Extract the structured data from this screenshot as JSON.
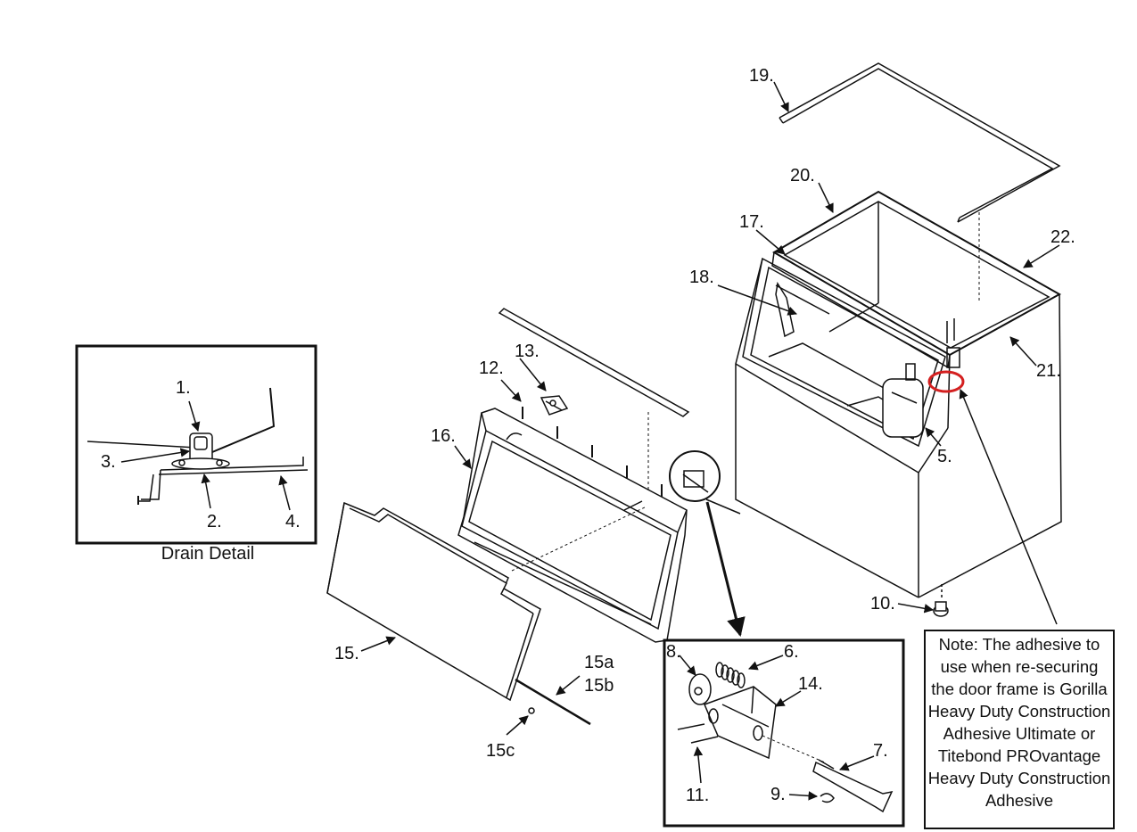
{
  "callouts": {
    "c1": "1.",
    "c2": "2.",
    "c3": "3.",
    "c4": "4.",
    "c5": "5.",
    "c6": "6.",
    "c7": "7.",
    "c8": "8.",
    "c9": "9.",
    "c10": "10.",
    "c11": "11.",
    "c12": "12.",
    "c13": "13.",
    "c14": "14.",
    "c15": "15.",
    "c15a": "15a",
    "c15b": "15b",
    "c15c": "15c",
    "c16": "16.",
    "c17": "17.",
    "c18": "18.",
    "c19": "19.",
    "c20": "20.",
    "c21": "21.",
    "c22": "22."
  },
  "drain_detail": {
    "caption": "Drain Detail"
  },
  "note": {
    "text": "Note: The adhesive to use when re-securing the door frame is Gorilla Heavy Duty Construction Adhesive Ultimate or Titebond PROvantage Heavy Duty Construction Adhesive"
  },
  "colors": {
    "line": "#111111",
    "highlight_circle": "#d42020",
    "background": "#ffffff"
  }
}
